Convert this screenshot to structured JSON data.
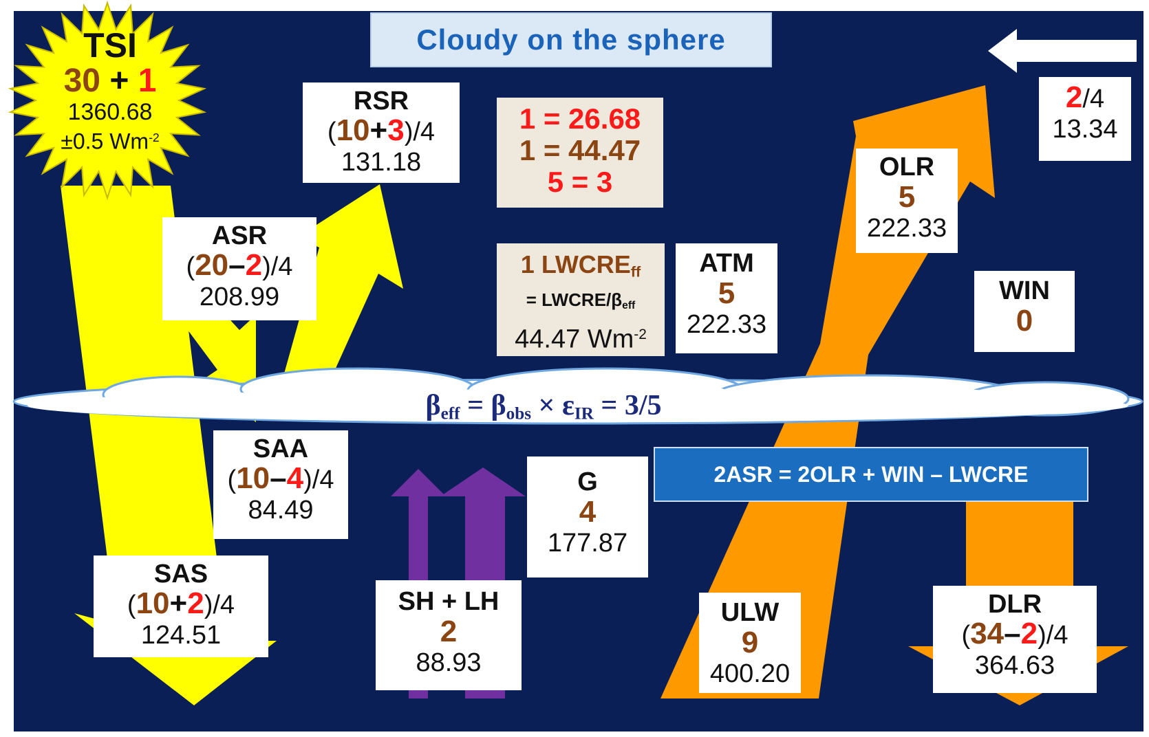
{
  "title": "Cloudy on the sphere",
  "tsi": {
    "label": "TSI",
    "a": "30",
    "plus": "+",
    "b": "1",
    "value": "1360.68",
    "unc": "±0.5 Wm",
    "unc_exp": "-2"
  },
  "rsr": {
    "label": "RSR",
    "a": "10",
    "op": "+",
    "b": "3",
    "div": "/4",
    "value": "131.18"
  },
  "asr": {
    "label": "ASR",
    "a": "20",
    "op": "–",
    "b": "2",
    "div": "/4",
    "value": "208.99"
  },
  "saa": {
    "label": "SAA",
    "a": "10",
    "op": "–",
    "b": "4",
    "div": "/4",
    "value": "84.49"
  },
  "sas": {
    "label": "SAS",
    "a": "10",
    "op": "+",
    "b": "2",
    "div": "/4",
    "value": "124.51"
  },
  "units": {
    "line1": "1 = 26.68",
    "line2": "1 = 44.47",
    "line3": "5 = 3"
  },
  "lwcre": {
    "line1": "1 LWCRE",
    "line1_sub": "ff",
    "line2": "= LWCRE/β",
    "line2_sub": "eff",
    "line3": "44.47 Wm",
    "line3_exp": "-2"
  },
  "atm": {
    "label": "ATM",
    "n": "5",
    "value": "222.33"
  },
  "olr": {
    "label": "OLR",
    "n": "5",
    "value": "222.33"
  },
  "win_frac": {
    "a": "2",
    "div": "/4",
    "value": "13.34"
  },
  "win": {
    "label": "WIN",
    "n": "0"
  },
  "cloud": {
    "beta": "β",
    "eff": "eff",
    "eq": " = β",
    "obs": "obs",
    "times": " × ε",
    "ir": "IR",
    "rest": " = 3/5"
  },
  "energy_eq": "2ASR = 2OLR + WIN – LWCRE",
  "g": {
    "label": "G",
    "n": "4",
    "value": "177.87"
  },
  "shlh": {
    "label": "SH + LH",
    "n": "2",
    "value": "88.93"
  },
  "ulw": {
    "label": "ULW",
    "n": "9",
    "value": "400.20"
  },
  "dlr": {
    "label": "DLR",
    "a": "34",
    "op": "–",
    "b": "2",
    "div": "/4",
    "value": "364.63"
  },
  "colors": {
    "background": "#0b1f57",
    "sw": "#ffff00",
    "lw": "#ff9900",
    "heat": "#7030a0",
    "cloud": "#ffffff",
    "title": "#1a63b8"
  }
}
